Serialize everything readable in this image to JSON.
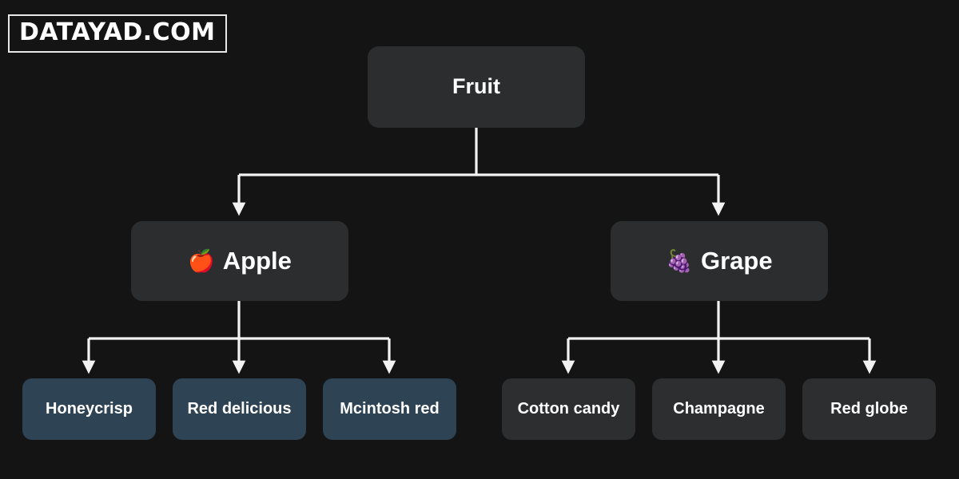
{
  "watermark": {
    "text": "DATAYAD.COM"
  },
  "colors": {
    "background": "#141414",
    "node_dark": "#2b2d2e",
    "node_blue": "#2e4354",
    "edge": "#f2f2f2",
    "text": "#ffffff"
  },
  "diagram": {
    "type": "tree",
    "root": {
      "label": "Fruit",
      "icon": ""
    },
    "branches": [
      {
        "label": "Apple",
        "icon": "apple-emoji",
        "icon_glyph": "🍎",
        "children": [
          {
            "label": "Honeycrisp"
          },
          {
            "label": "Red delicious"
          },
          {
            "label": "Mcintosh red"
          }
        ]
      },
      {
        "label": "Grape",
        "icon": "grapes-emoji",
        "icon_glyph": "🍇",
        "children": [
          {
            "label": "Cotton candy"
          },
          {
            "label": "Champagne"
          },
          {
            "label": "Red globe"
          }
        ]
      }
    ]
  }
}
